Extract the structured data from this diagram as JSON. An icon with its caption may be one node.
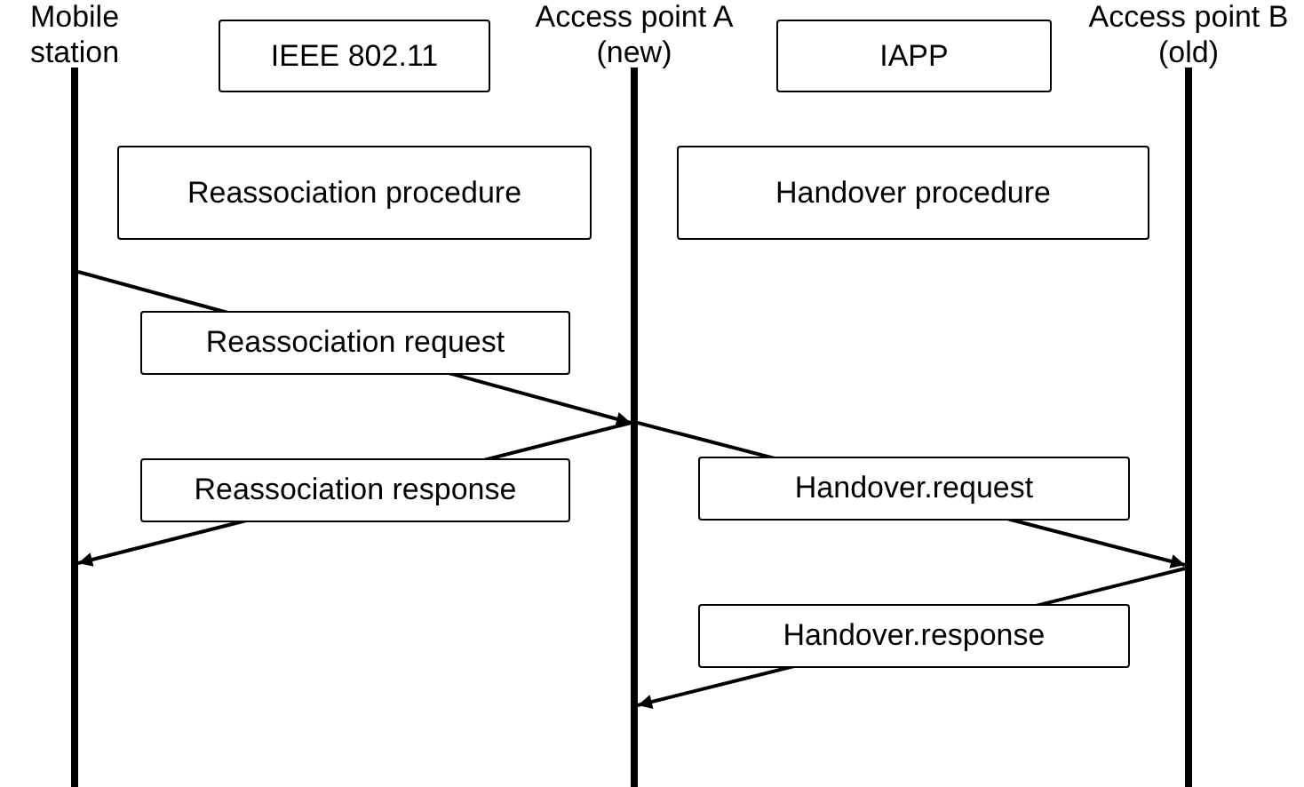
{
  "diagram": {
    "nodes": [
      {
        "text": [
          "Mobile station"
        ]
      },
      {
        "text": [
          "IEEE 802.11"
        ]
      },
      {
        "text": [
          "Access point A (new)"
        ]
      },
      {
        "text": [
          "IAPP"
        ]
      },
      {
        "text": [
          "Access point B (old)"
        ]
      },
      {
        "text": [
          "Reassociation procedure"
        ]
      },
      {
        "text": [
          "Handover procedure"
        ]
      }
    ],
    "edges": [
      {
        "from": 0,
        "to": 2,
        "arrow": "to",
        "label": "Reassociation request"
      },
      {
        "from": 2,
        "to": 0,
        "arrow": "to",
        "label": "Reassociation response"
      },
      {
        "from": 2,
        "to": 4,
        "arrow": "to",
        "label": "Handover.request"
      },
      {
        "from": 4,
        "to": 2,
        "arrow": "to",
        "label": "Handover.response"
      }
    ]
  }
}
